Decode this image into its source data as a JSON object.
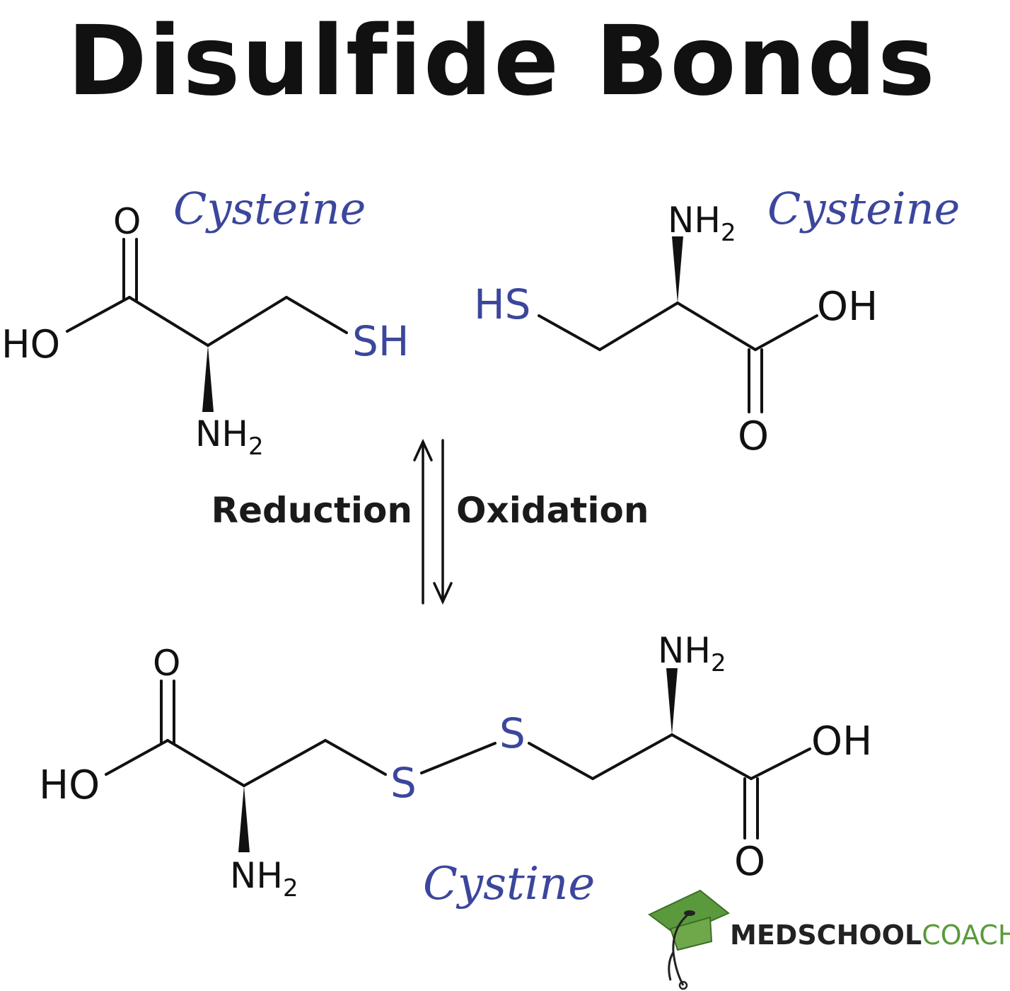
{
  "title": "Disulfide Bonds",
  "labels": {
    "cysteine_left": "Cysteine",
    "cysteine_right": "Cysteine",
    "cystine": "Cystine",
    "reduction": "Reduction",
    "oxidation": "Oxidation"
  },
  "atoms": {
    "o": "O",
    "ho": "HO",
    "oh": "OH",
    "sh": "SH",
    "hs": "HS",
    "s": "S",
    "nh": "NH",
    "sub2": "2"
  },
  "logo": {
    "word1": "MEDSCHOOL",
    "word2": "COACH"
  },
  "colors": {
    "accent_blue": "#3b469c",
    "ink": "#111111",
    "logo_green": "#5a9a3c",
    "logo_dark": "#222222"
  }
}
